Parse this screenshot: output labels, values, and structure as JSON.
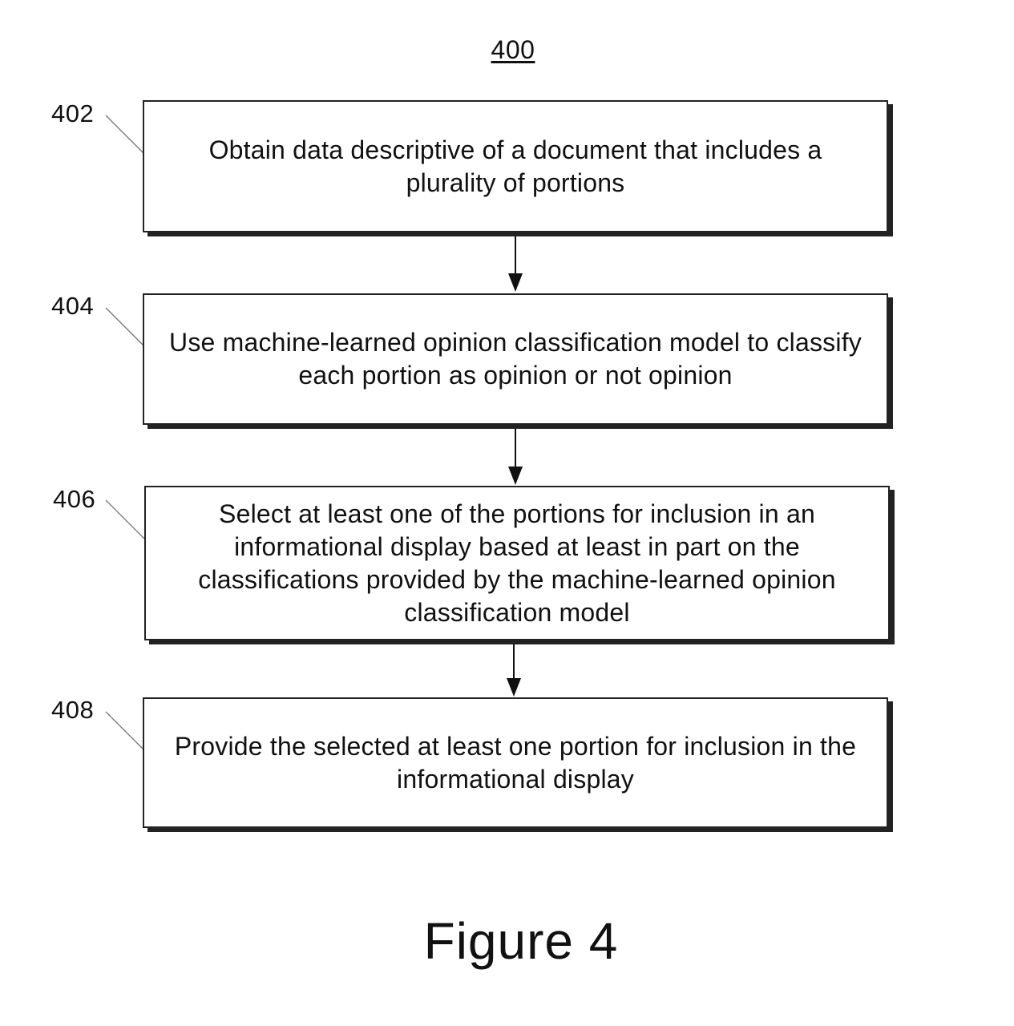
{
  "diagram": {
    "figure_number": "400",
    "caption": "Figure 4",
    "steps": [
      {
        "ref": "402",
        "text": "Obtain data descriptive of a document that includes a plurality of portions"
      },
      {
        "ref": "404",
        "text": "Use machine-learned opinion classification model to classify each portion as opinion or not opinion"
      },
      {
        "ref": "406",
        "text": "Select at least one of the portions for inclusion in an informational display based at least in part on the classifications provided by the machine-learned opinion classification model"
      },
      {
        "ref": "408",
        "text": "Provide the selected at least one portion for inclusion in the informational display"
      }
    ]
  }
}
